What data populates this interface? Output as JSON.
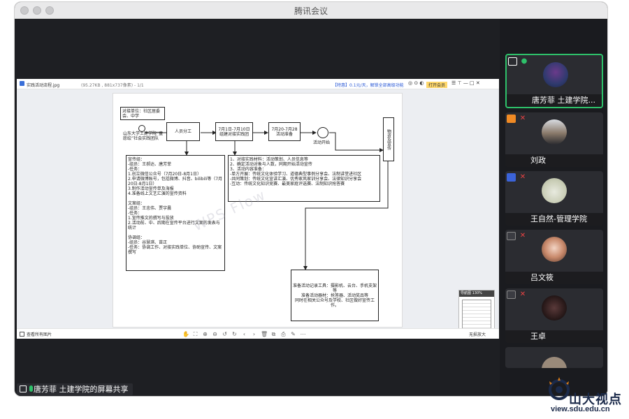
{
  "window": {
    "title": "腾讯会议"
  },
  "viewer": {
    "filename": "实践活动流程.jpg",
    "fileinfo": "(95.27KB , 881x737像素) - 1/1",
    "promo": "【特惠】0.1元/天，解锁全部高级功能",
    "open_btn": "打开会员",
    "show_all": "查看所有图片",
    "thumb_title": "导航图 130%",
    "fit_label": "无损放大"
  },
  "flow": {
    "target_unit": "对接单位：社区居委会、中学",
    "team_origin": "山东大学土建学院“童愿绘”社会实践团队",
    "step1": "人员分工",
    "step2": "7月1日-7月10日\n组建对接实践团",
    "step3": "7月20-7月28\n活动准备",
    "start_label": "活动开始",
    "right_box": "物资及宣传",
    "division_text": "宣传组：\n-组员：王郝达、唐芳菲\n-任务：\n1.创立微信公众号（7月20日-8月1日）\n2.申请微博账号，包括微博、抖音、bilibili等（7月20日-8月1日）\n3.制作活动宣传单及海报\n4.准备线上文艺汇演的宣传资料\n\n文案组：\n-组员：王忠伟、贾宇晨\n-任务：\n1.宣传推文的撰写与投放\n2.活动前、中、后期在宣传平台进行文案的发表与统计\n\n协调组：\n-组员：谷慧琪、苗正\n-任务：协调工作、对接实践单位、协助宣传、文案撰写",
    "prep_text": "1、对接实践材料：活动策划、人员信息等\n2、确定活动对象与人数，同期开始活动宣传\n3、活动内容准备：\n  -单方开展：传统文化体验学习、道德典型事例分享会、法制讲堂进社区\n  -共同策划：传统文化宣讲汇演、优秀家风家训分享会、法律知识分享会\n  -互动：传统文化知识竞赛、最美家庭评选赛、法制知识抢答赛",
    "material_text": "准备活动记录工具：摄影机、云台、手机支架等\n准备活动器材：抢答器、活动奖品等\n同时在相关公众号及学校、社区做好宣传工作。",
    "watermark": "WPS Flow"
  },
  "share_label": "唐芳菲 土建学院的屏幕共享",
  "participants": [
    {
      "name": "唐芳菲 土建学院...",
      "active": true
    },
    {
      "name": "刘政",
      "active": false
    },
    {
      "name": "王自然-管理学院",
      "active": false
    },
    {
      "name": "吕文筱",
      "active": false
    },
    {
      "name": "王卓",
      "active": false
    }
  ],
  "branding": {
    "text": "山大视点",
    "url": "view.sdu.edu.cn"
  }
}
